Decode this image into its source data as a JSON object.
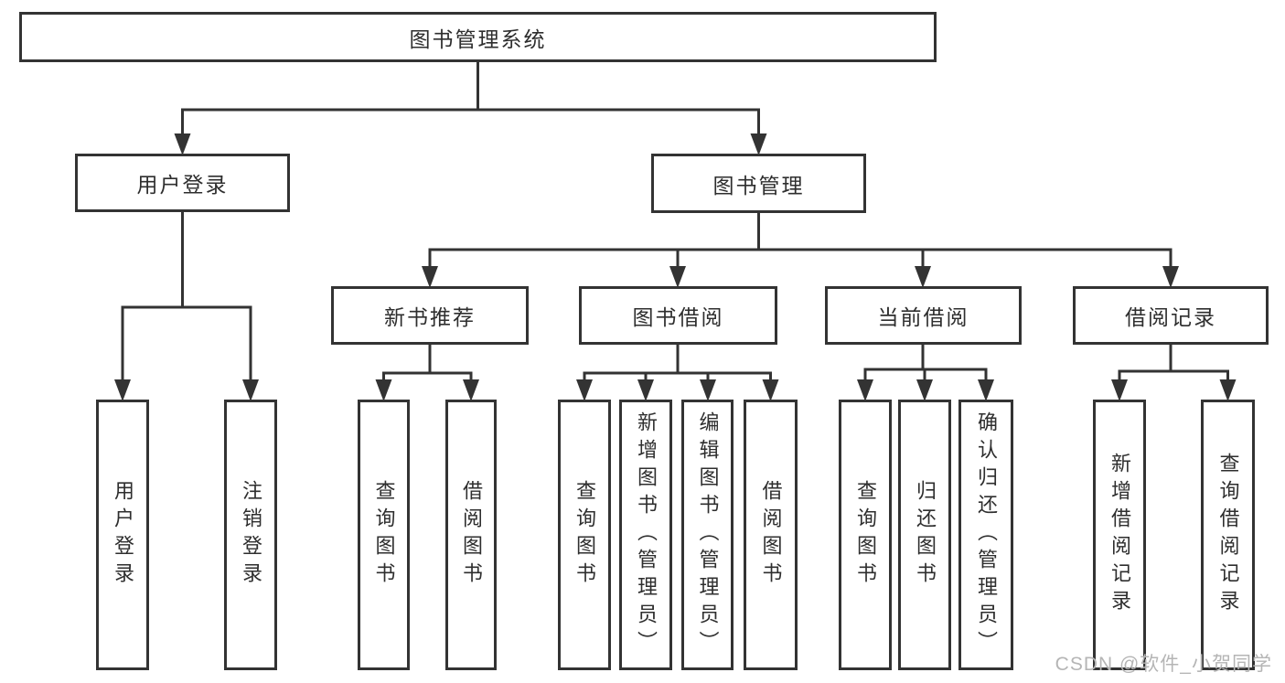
{
  "colors": {
    "line": "#333333",
    "text": "#2e2e2e",
    "watermark": "#b5b5b5",
    "background": "#ffffff"
  },
  "watermark": {
    "text": "CSDN @软件_小贺同学"
  },
  "diagram": {
    "type": "tree",
    "root": {
      "label": "图书管理系统"
    },
    "branches": [
      {
        "label": "用户登录",
        "children": [
          {
            "label": "用户登录"
          },
          {
            "label": "注销登录"
          }
        ]
      },
      {
        "label": "图书管理",
        "children": [
          {
            "label": "新书推荐",
            "children": [
              {
                "label": "查询图书"
              },
              {
                "label": "借阅图书"
              }
            ]
          },
          {
            "label": "图书借阅",
            "children": [
              {
                "label": "查询图书"
              },
              {
                "label": "新增图书（管理员）"
              },
              {
                "label": "编辑图书（管理员）"
              },
              {
                "label": "借阅图书"
              }
            ]
          },
          {
            "label": "当前借阅",
            "children": [
              {
                "label": "查询图书"
              },
              {
                "label": "归还图书"
              },
              {
                "label": "确认归还（管理员）"
              }
            ]
          },
          {
            "label": "借阅记录",
            "children": [
              {
                "label": "新增借阅记录"
              },
              {
                "label": "查询借阅记录"
              }
            ]
          }
        ]
      }
    ]
  }
}
